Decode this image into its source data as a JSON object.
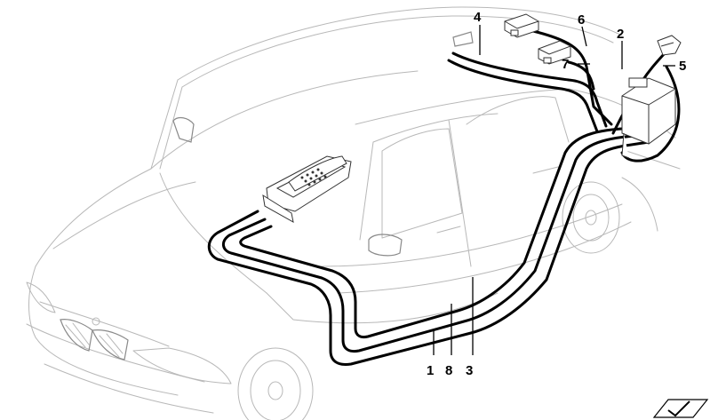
{
  "diagram": {
    "callouts": [
      {
        "id": "1",
        "label": "1"
      },
      {
        "id": "2",
        "label": "2"
      },
      {
        "id": "3",
        "label": "3"
      },
      {
        "id": "4",
        "label": "4"
      },
      {
        "id": "5",
        "label": "5"
      },
      {
        "id": "6",
        "label": "6"
      },
      {
        "id": "7",
        "label": "7"
      },
      {
        "id": "8",
        "label": "8"
      }
    ],
    "colors": {
      "cable": "#000000",
      "car_outline": "#b8b8b8",
      "background": "#ffffff"
    },
    "icons": {
      "corner_badge": "catalog-arrow-icon"
    }
  }
}
